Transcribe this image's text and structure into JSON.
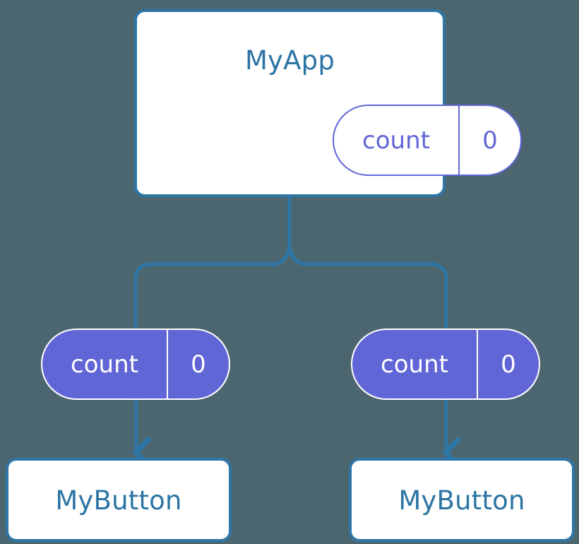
{
  "diagram": {
    "type": "component-state-tree",
    "background_color": "#4c6670",
    "line_color": "#2e76a6",
    "accent_color": "#6166d6",
    "text_color": "#2c74a4",
    "root": {
      "name": "root-component",
      "title": "MyApp",
      "state": {
        "key": "count",
        "value": "0"
      }
    },
    "branches": [
      {
        "name": "left-branch",
        "state": {
          "key": "count",
          "value": "0"
        },
        "child_title": "MyButton"
      },
      {
        "name": "right-branch",
        "state": {
          "key": "count",
          "value": "0"
        },
        "child_title": "MyButton"
      }
    ]
  }
}
